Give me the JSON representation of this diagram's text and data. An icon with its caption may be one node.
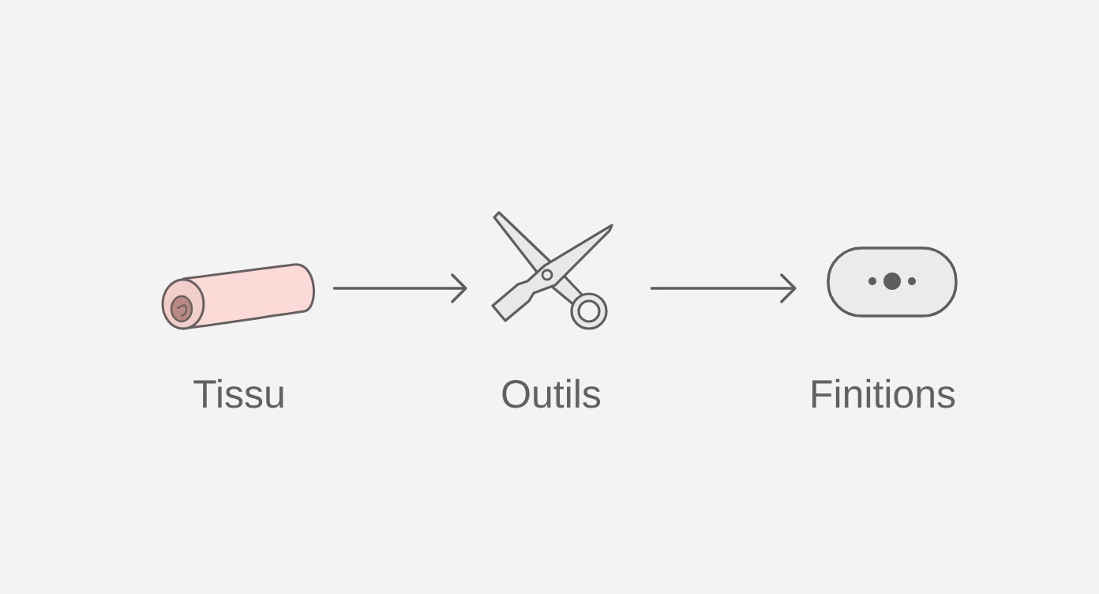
{
  "diagram": {
    "nodes": [
      {
        "text": [],
        "shape": "picture",
        "beside": [
          "Tissu"
        ]
      },
      {
        "text": [],
        "shape": "picture",
        "beside": [
          "Outils"
        ]
      },
      {
        "text": [],
        "shape": "picture",
        "beside": [
          "Finitions"
        ]
      }
    ],
    "edges": [
      {
        "from": 0,
        "to": 1,
        "arrow": "to"
      },
      {
        "from": 1,
        "to": 2,
        "arrow": "to"
      }
    ]
  }
}
